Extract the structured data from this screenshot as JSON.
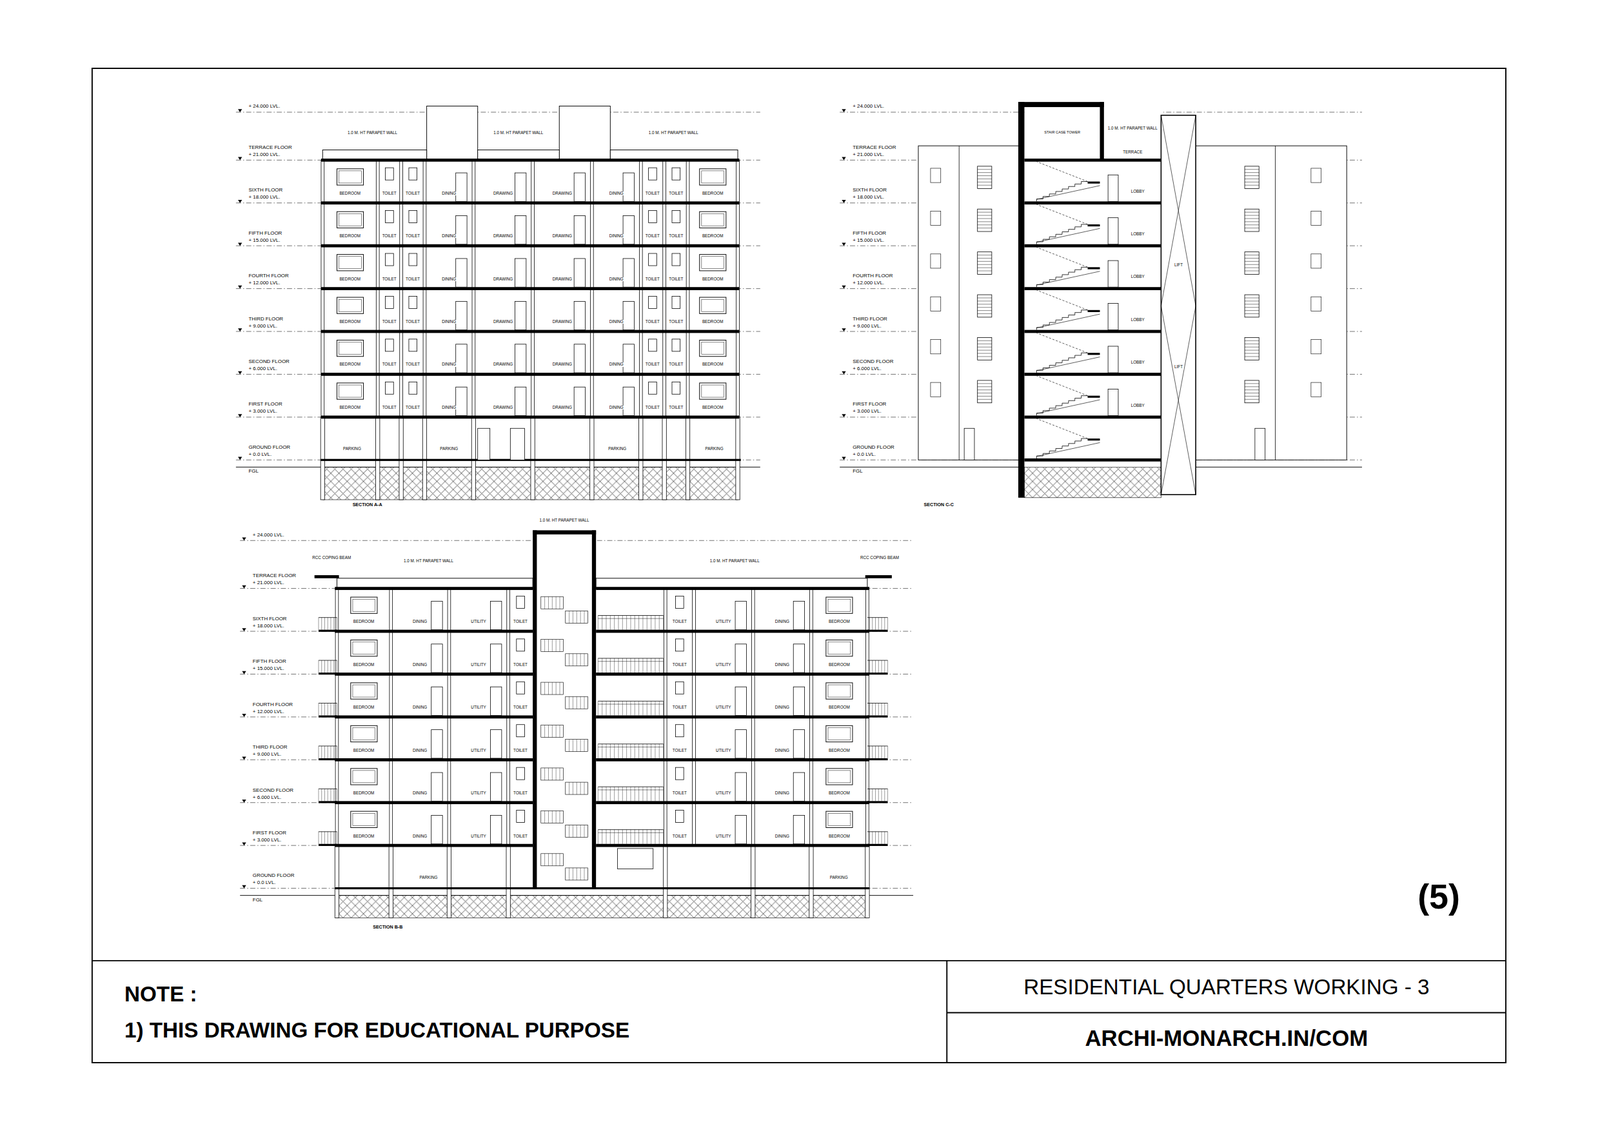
{
  "diagram": {
    "nodes": [
      {
        "text": [
          "NOTE :",
          "1) THIS DRAWING FOR EDUCATIONAL PURPOSE"
        ]
      },
      {
        "text": [
          "RESIDENTIAL QUARTERS WORKING - 3"
        ]
      },
      {
        "text": [
          "ARCHI-MONARCH.IN/COM"
        ]
      }
    ],
    "labels": [
      "+ 24.000 LVL.",
      "TERRACE FLOOR",
      "+ 21.000 LVL.",
      "SIXTH FLOOR",
      "+ 18.000 LVL.",
      "FIFTH FLOOR",
      "+ 15.000 LVL.",
      "FOURTH FLOOR",
      "+ 12.000 LVL.",
      "THIRD FLOOR",
      "+ 9.000 LVL.",
      "SECOND FLOOR",
      "+ 6.000 LVL.",
      "FIRST FLOOR",
      "+ 3.000 LVL.",
      "GROUND FLOOR",
      "+ 0.0 LVL.",
      "FGL",
      "1.0 M. HT PARAPET WALL",
      "1.0 M. HT PARAPET WALL",
      "1.0 M. HT PARAPET WALL",
      "BEDROOM",
      "TOILET",
      "TOILET",
      "DINING",
      "DRAWING",
      "DRAWING",
      "DINING",
      "TOILET",
      "TOILET",
      "BEDROOM",
      "BEDROOM",
      "TOILET",
      "TOILET",
      "DINING",
      "DRAWING",
      "DRAWING",
      "DINING",
      "TOILET",
      "TOILET",
      "BEDROOM",
      "BEDROOM",
      "TOILET",
      "TOILET",
      "DINING",
      "DRAWING",
      "DRAWING",
      "DINING",
      "TOILET",
      "TOILET",
      "BEDROOM",
      "BEDROOM",
      "TOILET",
      "TOILET",
      "DINING",
      "DRAWING",
      "DRAWING",
      "DINING",
      "TOILET",
      "TOILET",
      "BEDROOM",
      "BEDROOM",
      "TOILET",
      "TOILET",
      "DINING",
      "DRAWING",
      "DRAWING",
      "DINING",
      "TOILET",
      "TOILET",
      "BEDROOM",
      "BEDROOM",
      "TOILET",
      "TOILET",
      "DINING",
      "DRAWING",
      "DRAWING",
      "DINING",
      "TOILET",
      "TOILET",
      "BEDROOM",
      "PARKING",
      "PARKING",
      "PARKING",
      "PARKING",
      "SECTION A-A",
      "+ 24.000 LVL.",
      "TERRACE FLOOR",
      "+ 21.000 LVL.",
      "SIXTH FLOOR",
      "+ 18.000 LVL.",
      "FIFTH FLOOR",
      "+ 15.000 LVL.",
      "FOURTH FLOOR",
      "+ 12.000 LVL.",
      "THIRD FLOOR",
      "+ 9.000 LVL.",
      "SECOND FLOOR",
      "+ 6.000 LVL.",
      "FIRST FLOOR",
      "+ 3.000 LVL.",
      "GROUND FLOOR",
      "+ 0.0 LVL.",
      "FGL",
      "1.0 M. HT PARAPET WALL",
      "STAIR CASE TOWER",
      "TERRACE",
      "LIFT",
      "LIFT",
      "LOBBY",
      "LOBBY",
      "LOBBY",
      "LOBBY",
      "LOBBY",
      "LOBBY",
      "SECTION C-C",
      "+ 24.000 LVL.",
      "TERRACE FLOOR",
      "+ 21.000 LVL.",
      "SIXTH FLOOR",
      "+ 18.000 LVL.",
      "FIFTH FLOOR",
      "+ 15.000 LVL.",
      "FOURTH FLOOR",
      "+ 12.000 LVL.",
      "THIRD FLOOR",
      "+ 9.000 LVL.",
      "SECOND FLOOR",
      "+ 6.000 LVL.",
      "FIRST FLOOR",
      "+ 3.000 LVL.",
      "GROUND FLOOR",
      "+ 0.0 LVL.",
      "FGL",
      "RCC COPING BEAM",
      "1.0 M. HT PARAPET WALL",
      "1.0 M. HT PARAPET WALL",
      "1.0 M. HT PARAPET WALL",
      "RCC COPING BEAM",
      "BEDROOM",
      "DINING",
      "UTILITY",
      "TOILET",
      "TOILET",
      "UTILITY",
      "DINING",
      "BEDROOM",
      "BEDROOM",
      "DINING",
      "UTILITY",
      "TOILET",
      "TOILET",
      "UTILITY",
      "DINING",
      "BEDROOM",
      "BEDROOM",
      "DINING",
      "UTILITY",
      "TOILET",
      "TOILET",
      "UTILITY",
      "DINING",
      "BEDROOM",
      "BEDROOM",
      "DINING",
      "UTILITY",
      "TOILET",
      "TOILET",
      "UTILITY",
      "DINING",
      "BEDROOM",
      "BEDROOM",
      "DINING",
      "UTILITY",
      "TOILET",
      "TOILET",
      "UTILITY",
      "DINING",
      "BEDROOM",
      "BEDROOM",
      "DINING",
      "UTILITY",
      "TOILET",
      "TOILET",
      "UTILITY",
      "DINING",
      "BEDROOM",
      "PARKING",
      "PARKING",
      "SECTION B-B",
      "(5)"
    ]
  }
}
